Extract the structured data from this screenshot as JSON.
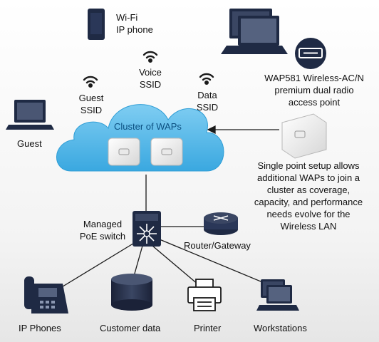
{
  "labels": {
    "wifi_phone": [
      "Wi-Fi",
      "IP phone"
    ],
    "voice_ssid": [
      "Voice",
      "SSID"
    ],
    "guest_ssid": [
      "Guest",
      "SSID"
    ],
    "data_ssid": [
      "Data",
      "SSID"
    ],
    "wap_desc": [
      "WAP581 Wireless-AC/N",
      "premium dual radio",
      "access point"
    ],
    "cluster": "Cluster of WAPs",
    "guest": "Guest",
    "single_point": [
      "Single point setup allows",
      "additional WAPs to join a",
      "cluster as coverage,",
      "capacity, and performance",
      "needs evolve for the",
      "Wireless LAN"
    ],
    "switch": [
      "Managed",
      "PoE switch"
    ],
    "router": "Router/Gateway",
    "ip_phones": "IP Phones",
    "customer_data": "Customer data",
    "printer": "Printer",
    "workstations": "Workstations"
  },
  "colors": {
    "cloud": "#58b8e8",
    "cloud_edge": "#2f9ed6",
    "device_dark": "#1f2a44",
    "line": "#1a1a1a"
  }
}
